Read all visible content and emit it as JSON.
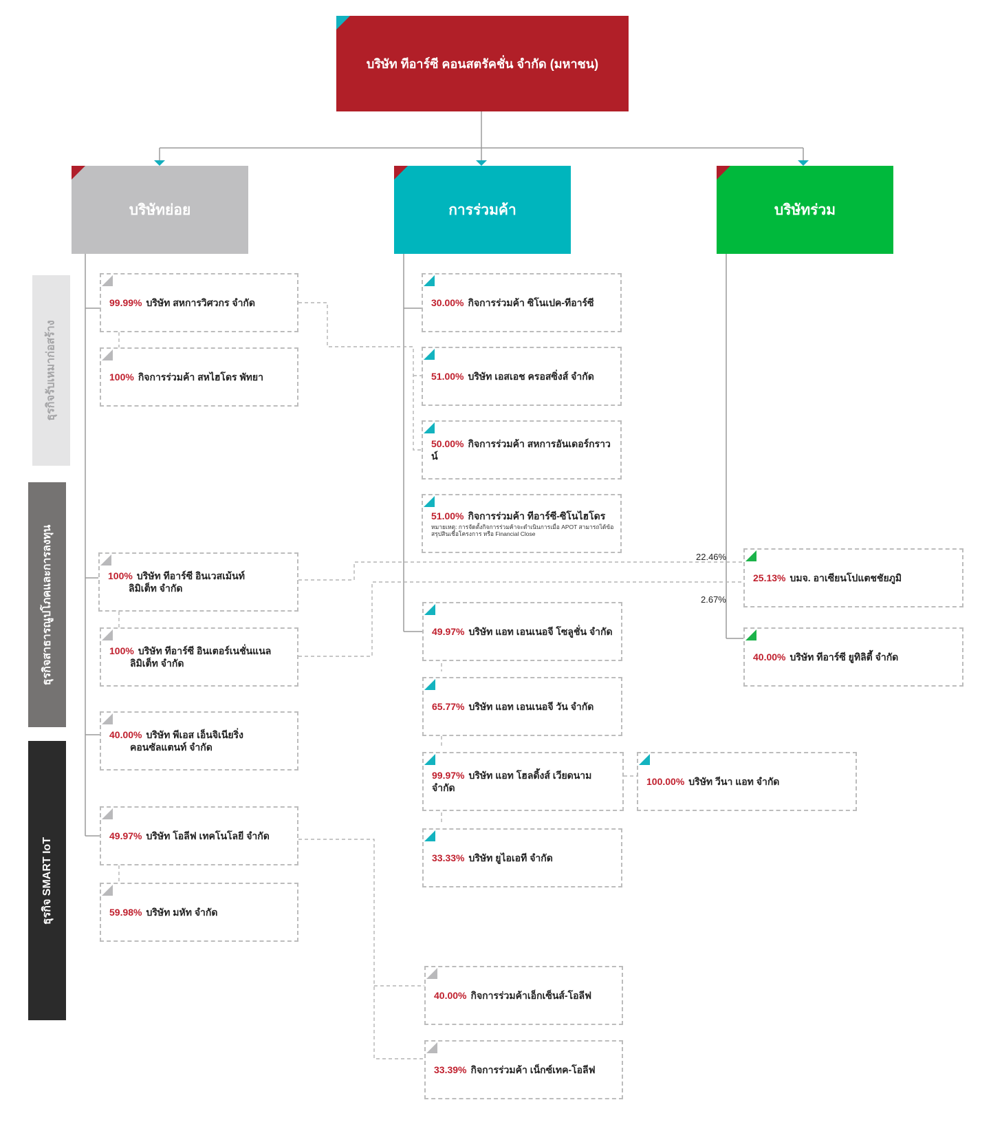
{
  "top": {
    "title": "บริษัท ทีอาร์ซี คอนสตรัคชั่น จำกัด (มหาชน)",
    "color": "#b01e2a"
  },
  "columns": [
    {
      "label": "บริษัทย่อย",
      "color": "#bfbfc1"
    },
    {
      "label": "การร่วมค้า",
      "color": "#00b5bd"
    },
    {
      "label": "บริษัทร่วม",
      "color": "#00b93c"
    }
  ],
  "segments": [
    {
      "label": "ธุรกิจรับเหมาก่อสร้าง",
      "color": "#e5e5e6",
      "text_color": "#a4a4a6"
    },
    {
      "label": "ธุรกิจสาธารณูปโภคและการลงทุน",
      "color": "#757372",
      "text_color": "#ffffff"
    },
    {
      "label": "ธุรกิจ SMART IoT",
      "color": "#2b2b2b",
      "text_color": "#ffffff"
    }
  ],
  "subsidiaries": [
    {
      "pct": "99.99%",
      "name": "บริษัท สหการวิศวกร จำกัด",
      "name2": ""
    },
    {
      "pct": "100%",
      "name": "กิจการร่วมค้า สหไฮโดร พัทยา",
      "name2": ""
    },
    {
      "pct": "100%",
      "name": "บริษัท ทีอาร์ซี อินเวสเม้นท์",
      "name2": "ลิมิเต็ท จำกัด"
    },
    {
      "pct": "100%",
      "name": "บริษัท ทีอาร์ซี อินเตอร์เนชั่นแนล",
      "name2": "ลิมิเต็ท จำกัด"
    },
    {
      "pct": "40.00%",
      "name": "บริษัท พีเอส เอ็นจิเนียริ่ง",
      "name2": "คอนซัลแตนท์ จำกัด"
    },
    {
      "pct": "49.97%",
      "name": "บริษัท โอลีฟ เทคโนโลยี จำกัด",
      "name2": ""
    },
    {
      "pct": "59.98%",
      "name": "บริษัท มหัท จำกัด",
      "name2": ""
    }
  ],
  "joint_ventures": [
    {
      "pct": "30.00%",
      "name": "กิจการร่วมค้า ซิโนเปค-ทีอาร์ซี"
    },
    {
      "pct": "51.00%",
      "name": "บริษัท เอสเอช ครอสซิ่งส์ จำกัด"
    },
    {
      "pct": "50.00%",
      "name": "กิจการร่วมค้า สหการอันเดอร์กราวน์"
    },
    {
      "pct": "51.00%",
      "name": "กิจการร่วมค้า ทีอาร์ซี-ซิโนไฮโดร",
      "note": "หมายเหตุ: การจัดตั้งกิจการร่วมค้าจะดำเนินการเมื่อ APOT สามารถได้ข้อสรุปสินเชื่อโครงการ หรือ Financial Close"
    },
    {
      "pct": "49.97%",
      "name": "บริษัท แอท เอนเนอจี โซลูชั่น จำกัด"
    },
    {
      "pct": "65.77%",
      "name": "บริษัท แอท เอนเนอจี วัน จำกัด"
    },
    {
      "pct": "99.97%",
      "name": "บริษัท แอท โฮลดิ้งส์ เวียดนาม จำกัด"
    },
    {
      "pct": "33.33%",
      "name": "บริษัท ยูไอเอที จำกัด"
    },
    {
      "pct": "40.00%",
      "name": "กิจการร่วมค้าเอ็กเซ็นส์-โอลีฟ"
    },
    {
      "pct": "33.39%",
      "name": "กิจการร่วมค้า เน็กซ์เทค-โอลีฟ"
    }
  ],
  "extra": {
    "pct": "100.00%",
    "name": "บริษัท วีนา แอท จำกัด"
  },
  "associates": [
    {
      "pct": "25.13%",
      "name": "บมจ. อาเซียนโปแตชชัยภูมิ"
    },
    {
      "pct": "40.00%",
      "name": "บริษัท ทีอาร์ซี ยูทิลิตี้ จำกัด"
    }
  ],
  "cross_pcts": {
    "upper": "22.46%",
    "lower": "2.67%"
  }
}
